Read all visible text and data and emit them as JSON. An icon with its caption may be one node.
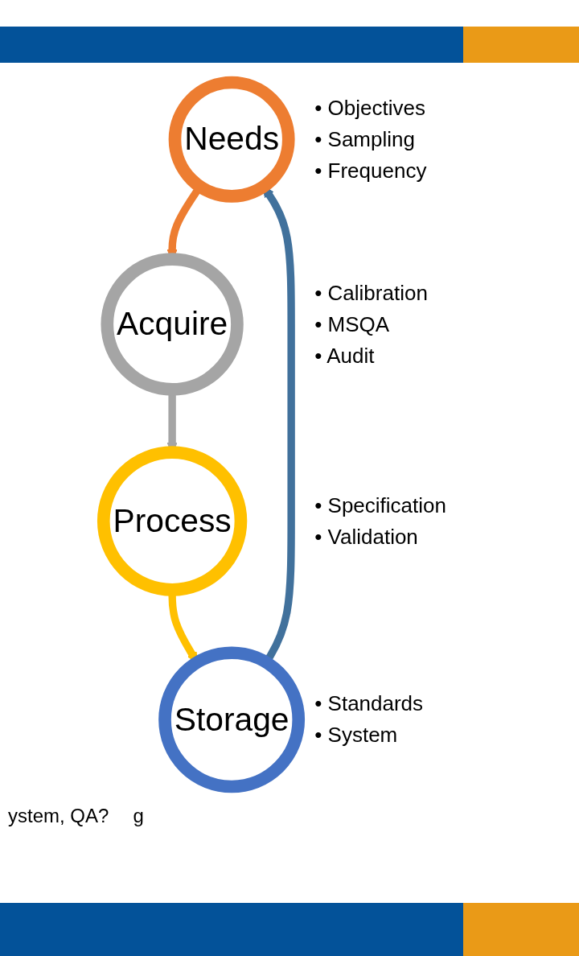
{
  "diagram": {
    "nodes": [
      {
        "text": [
          "Needs"
        ],
        "beside": [
          "• Objectives",
          "• Sampling",
          "• Frequency"
        ]
      },
      {
        "text": [
          "Acquire"
        ],
        "beside": [
          "• Calibration",
          "• MSQA",
          "• Audit"
        ]
      },
      {
        "text": [
          "Process"
        ],
        "beside": [
          "• Specification",
          "• Validation"
        ]
      },
      {
        "text": [
          "Storage"
        ],
        "beside": [
          "• Standards",
          "• System"
        ]
      }
    ],
    "edges": [
      {
        "from": 0,
        "to": 1,
        "arrow": "to",
        "color": "#ed7d31"
      },
      {
        "from": 1,
        "to": 2,
        "arrow": "to",
        "color": "#a5a5a5"
      },
      {
        "from": 2,
        "to": 3,
        "arrow": "to",
        "color": "#ffc000"
      },
      {
        "from": 3,
        "to": 0,
        "arrow": "to",
        "color": "#41719c"
      }
    ],
    "labels": [
      "ystem, QA?",
      "g"
    ]
  }
}
